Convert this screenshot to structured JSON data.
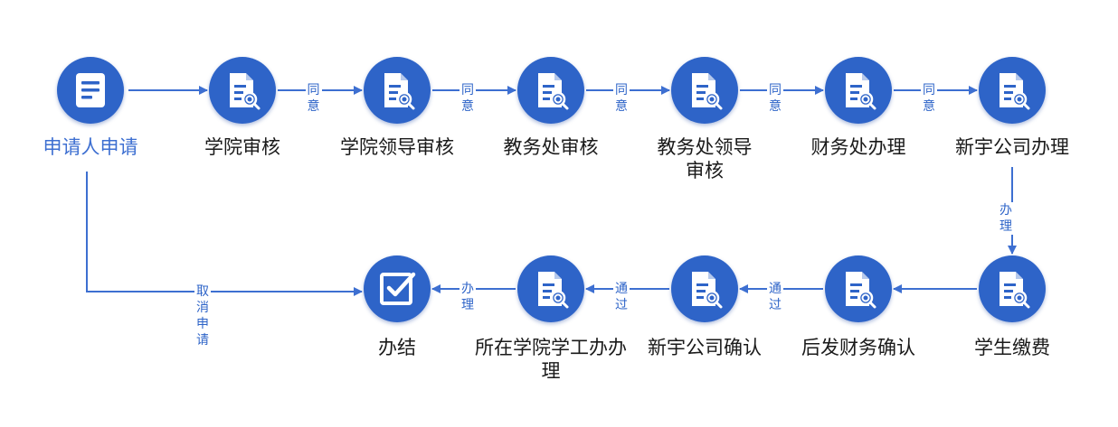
{
  "colors": {
    "node": "#2e64c8",
    "arrow": "#3d6fd1",
    "start_label": "#3d6fd1",
    "label": "#1a1a1a"
  },
  "nodes": [
    {
      "id": "start",
      "label": "申请人申请",
      "icon": "document-icon"
    },
    {
      "id": "college-review",
      "label": "学院审核",
      "icon": "document-search-icon"
    },
    {
      "id": "college-leader-review",
      "label": "学院领导审核",
      "icon": "document-search-icon"
    },
    {
      "id": "academic-office-review",
      "label": "教务处审核",
      "icon": "document-search-icon"
    },
    {
      "id": "academic-office-leader-review",
      "label": "教务处领导审核",
      "icon": "document-search-icon"
    },
    {
      "id": "finance-office-process",
      "label": "财务处办理",
      "icon": "document-search-icon"
    },
    {
      "id": "xinyu-process",
      "label": "新宇公司办理",
      "icon": "document-search-icon"
    },
    {
      "id": "student-payment",
      "label": "学生缴费",
      "icon": "document-search-icon"
    },
    {
      "id": "houfa-finance-confirm",
      "label": "后发财务确认",
      "icon": "document-search-icon"
    },
    {
      "id": "xinyu-confirm",
      "label": "新宇公司确认",
      "icon": "document-search-icon"
    },
    {
      "id": "college-student-affairs",
      "label": "所在学院学工办办理",
      "icon": "document-search-icon"
    },
    {
      "id": "done",
      "label": "办结",
      "icon": "checkbox-icon"
    }
  ],
  "edges": [
    {
      "from": "start",
      "to": "college-review",
      "label": ""
    },
    {
      "from": "college-review",
      "to": "college-leader-review",
      "label": "同意"
    },
    {
      "from": "college-leader-review",
      "to": "academic-office-review",
      "label": "同意"
    },
    {
      "from": "academic-office-review",
      "to": "academic-office-leader-review",
      "label": "同意"
    },
    {
      "from": "academic-office-leader-review",
      "to": "finance-office-process",
      "label": "同意"
    },
    {
      "from": "finance-office-process",
      "to": "xinyu-process",
      "label": "同意"
    },
    {
      "from": "xinyu-process",
      "to": "student-payment",
      "label": "办理"
    },
    {
      "from": "student-payment",
      "to": "houfa-finance-confirm",
      "label": ""
    },
    {
      "from": "houfa-finance-confirm",
      "to": "xinyu-confirm",
      "label": "通过"
    },
    {
      "from": "xinyu-confirm",
      "to": "college-student-affairs",
      "label": "通过"
    },
    {
      "from": "college-student-affairs",
      "to": "done",
      "label": "办理"
    },
    {
      "from": "start",
      "to": "done",
      "label": "取消申请"
    }
  ]
}
